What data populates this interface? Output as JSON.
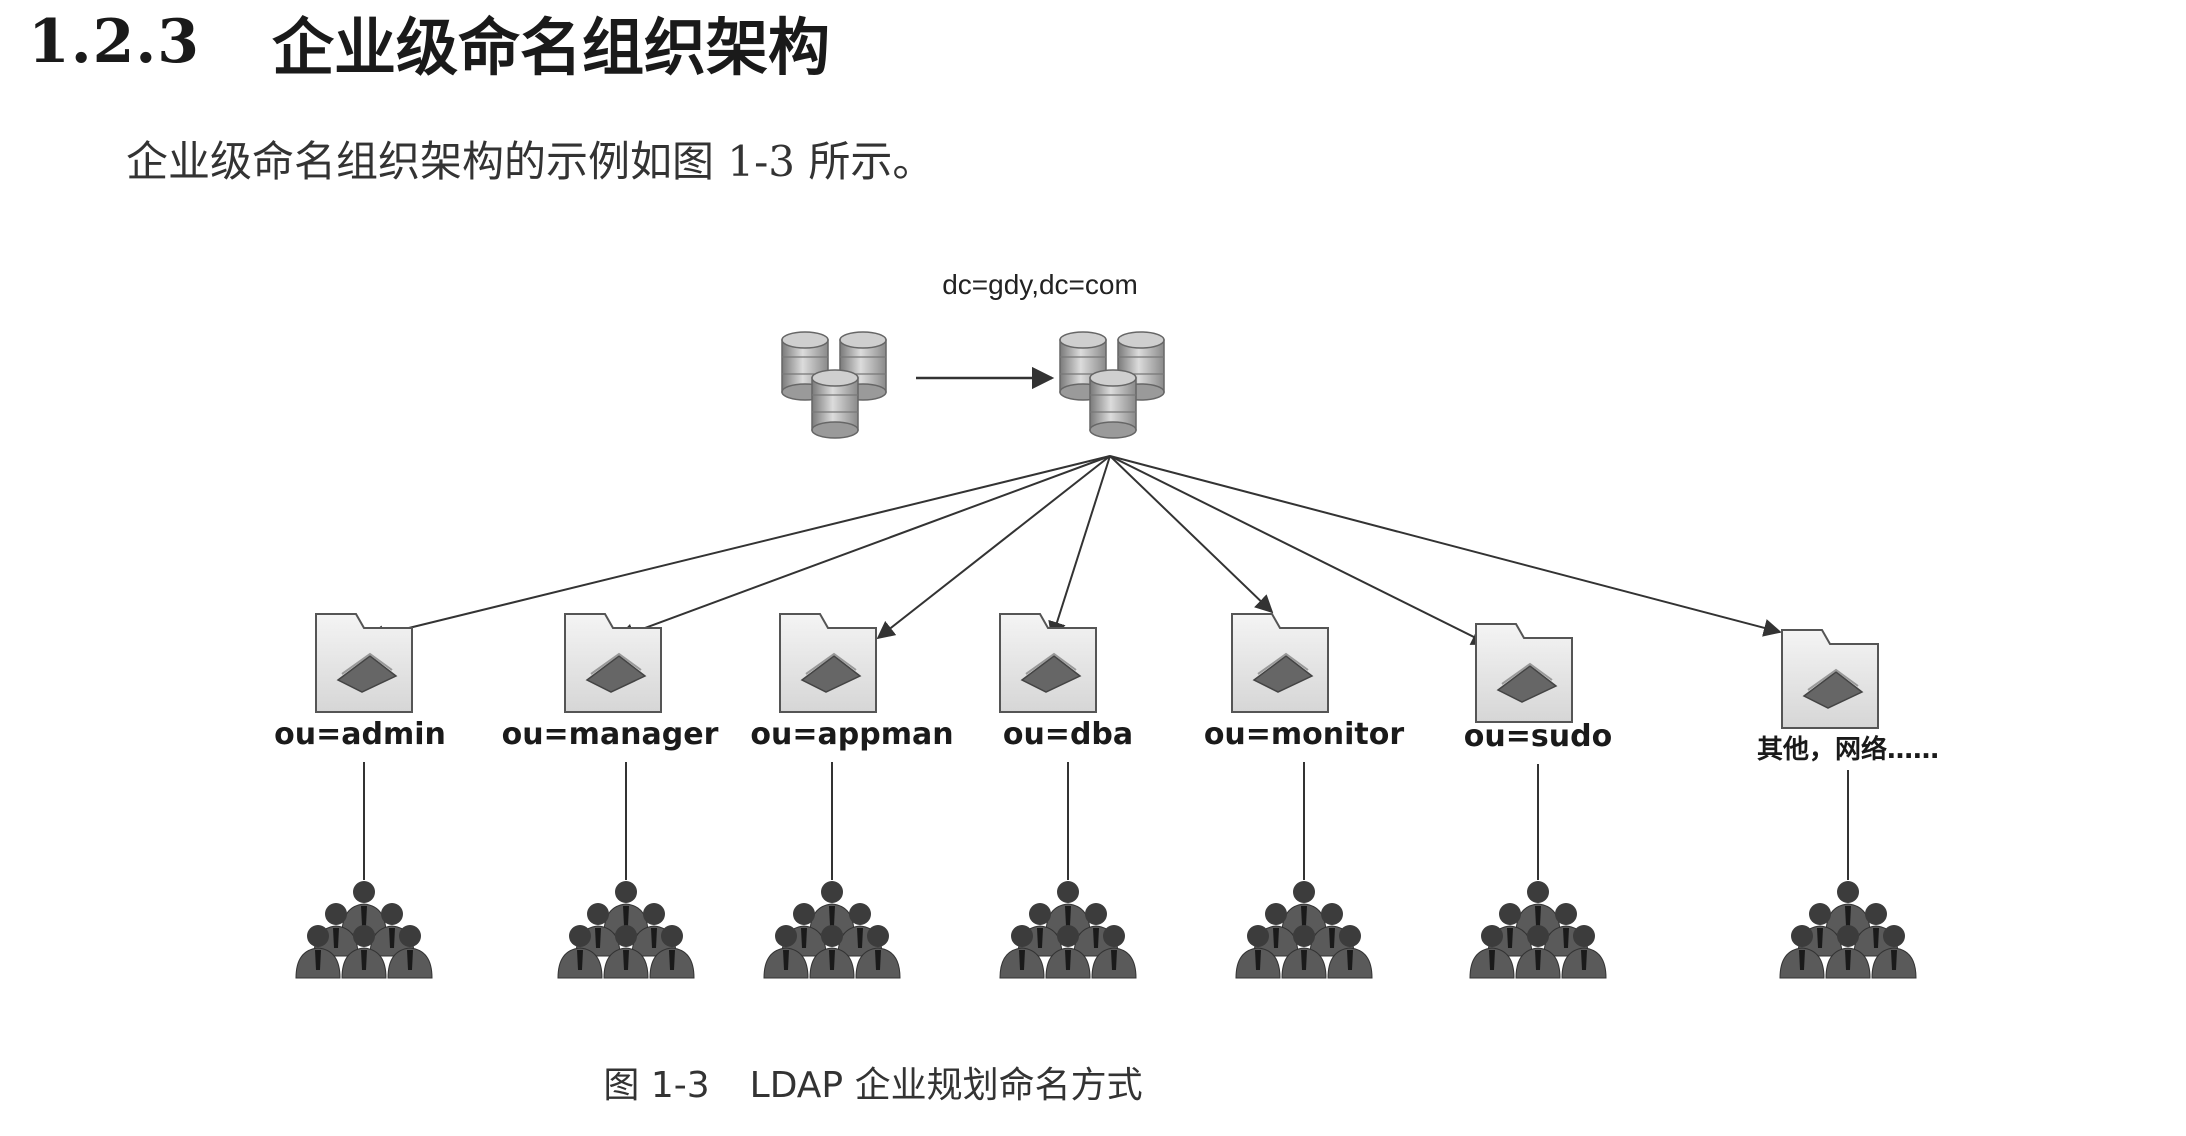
{
  "section": {
    "number": "1.2.3",
    "title": "企业级命名组织架构"
  },
  "intro_text": "企业级命名组织架构的示例如图 1-3 所示。",
  "diagram": {
    "root_label": "dc=gdy,dc=com",
    "nodes": [
      {
        "label": "ou=admin"
      },
      {
        "label": "ou=manager"
      },
      {
        "label": "ou=appman"
      },
      {
        "label": "ou=dba"
      },
      {
        "label": "ou=monitor"
      },
      {
        "label": "ou=sudo"
      },
      {
        "label": "其他，网络……"
      }
    ],
    "colors": {
      "line": "#333333",
      "folder_fill": "#e9e9e9",
      "server": "#a8a8a8",
      "people": "#4a4a4a"
    }
  },
  "caption": {
    "figure_number": "图 1-3",
    "text": "LDAP 企业规划命名方式"
  }
}
